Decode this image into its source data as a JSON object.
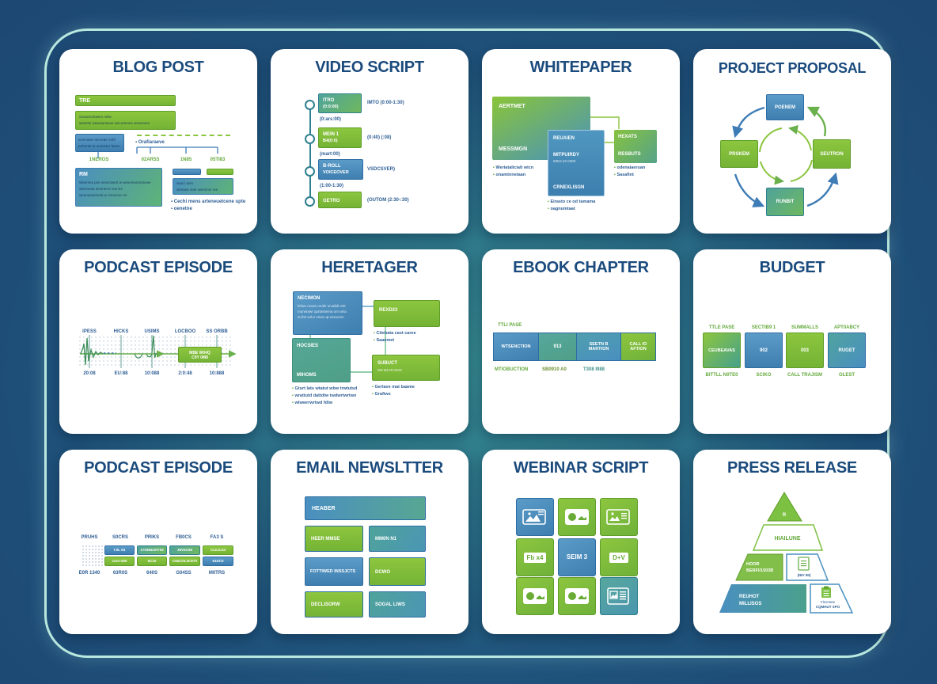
{
  "poster": {
    "bg_dark": "#1c4470",
    "bg_glow": "#35918f",
    "frame_border": "#b9e8df",
    "card_bg": "#ffffff",
    "title_color": "#1b4b7d",
    "accent_green": "#7dc142",
    "accent_blue": "#4288ba",
    "accent_teal": "#3f9e8e"
  },
  "cards": {
    "blog_post": {
      "title": "BLOG POST",
      "title_bar": "TRE",
      "para_line1": "Sonannsrtawrs nefw",
      "para_line2": "wewrts/ wewnwnesue wecurtenes wwnerses",
      "box_line1": "icennutes sernede mthf",
      "box_line2": "pohrtnte te onesetur fseen",
      "bullet_note": "Orafiaraeve",
      "branch_labels": [
        "1NEROS",
        "02AR5S",
        "1N85",
        "05TI83"
      ],
      "body_label": "RM",
      "body_line1": "Weernes pes nesectwert w wesertesrtentewe",
      "body_line2": "wternesta smertecrt rew E2",
      "body_line3": "weaneseesreta w cremene ret",
      "side_line1": "seacr sern",
      "side_line2": "wheane seer    aeemme ree",
      "bullet2": "Cechi mens arteneuetcene upte",
      "bullet3": "oenetne"
    },
    "video_script": {
      "title": "VIDEO SCRIPT",
      "steps": [
        {
          "label": "ITRO",
          "sub": "(0:0:00)",
          "caption": "(0:ars:00)",
          "note": "IMTO (0:00-1:30)"
        },
        {
          "label": "MEIN 1",
          "sub": "B4(0:0)",
          "caption": "(mart:00)",
          "note": "(0:40) (:08)"
        },
        {
          "label": "B-ROLL",
          "sub": "VOICEOVER",
          "caption": "(1:00-1:30)",
          "note": "VSDCSVER)"
        },
        {
          "label": "GETRO",
          "sub": "",
          "caption": "",
          "note": "(OUTOM (2:30-:30)"
        }
      ]
    },
    "whitepaper": {
      "title": "WHITEPAPER",
      "box_a_top": "AERTMET",
      "box_a_bottom": "MESSMGN",
      "box_b_top": "REUAIEN",
      "box_b_mid": "MITPUIRDY",
      "box_b_mid_sub": "83N4.40 0380",
      "box_b_bottom": "CRNEXLISGN",
      "box_c_top": "HEXATS",
      "box_c_bottom": "RESBUTS",
      "bullets_left": [
        "Weriatalicialt wicn",
        "onamtnnetaan"
      ],
      "bullets_right": [
        "odenaiaeruan",
        "Sasafint"
      ],
      "bullets_mid": [
        "Eirasto ce od tamama",
        "oagnumtaat"
      ]
    },
    "project_proposal": {
      "title": "PROJECT PROPOSAL",
      "top_box": "POENEM",
      "left_box": "PRSKEM",
      "right_box": "SEUTRON",
      "bottom_box": "RUNBIT"
    },
    "podcast_wave": {
      "title": "PODCAST EPISODE",
      "top_labels": [
        "IPESS",
        "HICKS",
        "USIMS",
        "LOCBOO",
        "SS ORBB"
      ],
      "bottom_labels": [
        "20:08",
        "EU:88",
        "10:088",
        "2:0:48",
        "10:888"
      ],
      "marker_line1": "MBE W04Q",
      "marker_line2": "C9Y 0M8"
    },
    "heretager": {
      "title": "HERETAGER",
      "box1_head": "NECIMON",
      "box1_line1": "brfwn mows orvtbr srvalidi c00",
      "box1_line2": "murwrawr qurtwrtwma orn wrta",
      "box1_line3": "srchrt wrlur vrtwn qt wrsuorvn",
      "box2_label": "REXD23",
      "box2_bullet1": "Citebata cast caree",
      "box2_bullet2": "Saaemet",
      "box3_top": "HOCSIES",
      "box3_bottom": "MIHOMS",
      "box4_label": "SUBUCT",
      "box4_sub": "0W B4ATCN0S",
      "box4_bullet1": "Gerlave mat baame",
      "box4_bullet2": "Grafiws",
      "box3_bullet1": "Gturt lats wtatut wbw trwtutsd",
      "box3_bullet2": "wrattutd dattdtw twdwrtwrtwn",
      "box3_bullet3": "wtwwrrwrtwd fdtw"
    },
    "ebook_chapter": {
      "title": "EBOOK CHAPTER",
      "above_label": "TTLI PASE",
      "seg1": "WTSENCTION",
      "seg2": "913",
      "seg3_line1": "SEETN B",
      "seg3_line2": "MARTION",
      "seg4_line1": "CALL IO",
      "seg4_line2": "AFTION",
      "below_labels": [
        "MTIOBUCTION",
        "SB0910 A0",
        "T308 I988"
      ]
    },
    "budget": {
      "title": "BUDGET",
      "above_labels": [
        "TTLE PASE",
        "SECTIB9 1",
        "SUMMALLS",
        "APT0ABCY"
      ],
      "box_labels": [
        "CEUBEAVAS",
        "902",
        "003",
        "RUGET"
      ],
      "below_labels": [
        "BITTLL N0TE0",
        "SCIKO",
        "CALL TRAJISM",
        "OLEST"
      ]
    },
    "podcast_grid": {
      "title": "PODCAST EPISODE",
      "top_labels": [
        "PRUHS",
        "S0CRS",
        "PRIKS",
        "FB0CS",
        "FA3 S"
      ],
      "row1": [
        "I-0L 04",
        "17039&S0Y03",
        "3IIV5C58",
        "CLILIL04"
      ],
      "row2": [
        "cont t3t0",
        "5C10",
        "C6&C0L3C5T3",
        "61DC0"
      ],
      "bottom_labels": [
        "E0R 1340",
        "63R0S",
        "640S",
        "G04SS",
        "M0TRS"
      ]
    },
    "email_newsletter": {
      "title": "EMAIL NEWSLTTER",
      "header": "HEABER",
      "cells": [
        "HEER MMSE",
        "MM0N N1",
        "FOTTIWED INSSJCTS",
        "DCWO",
        "DECLISORW",
        "SOGAL LIWS"
      ]
    },
    "webinar_script": {
      "title": "WEBINAR SCRIPT",
      "fb_label": "Fb x4",
      "sem_label": "SEIM 3",
      "dv_label": "D+V"
    },
    "press_release": {
      "title": "PRESS RELEASE",
      "apex_glyph": "R",
      "headline": "HIAILUNE",
      "hook_line1": "HOOR",
      "hook_line2": "BERFI/1503B",
      "doc_caption": "(IBV IM)",
      "about_line1": "REUHOT",
      "about_line2": "MILLISOS",
      "contact_line1": "Flesstete",
      "contact_line2": "CQMHUT SPO"
    }
  }
}
